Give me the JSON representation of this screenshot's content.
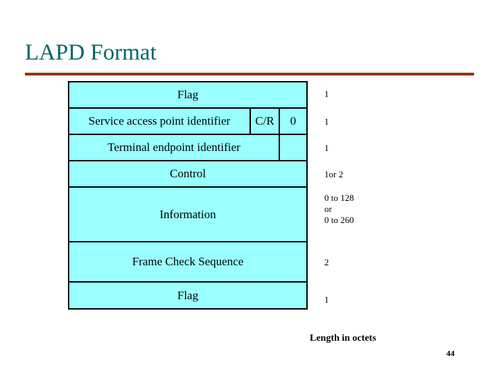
{
  "slide": {
    "title": "LAPD Format",
    "accent_color": "#993300",
    "title_color": "#006666",
    "field_fill_color": "#99ffff",
    "page_number": "44",
    "length_caption": "Length in octets"
  },
  "frame": {
    "rows": [
      {
        "label": "Flag",
        "length": "1"
      },
      {
        "label": "Service access point identifier",
        "cr": "C/R",
        "ea": "0",
        "length": "1"
      },
      {
        "label": "Terminal endpoint identifier",
        "ea": "",
        "length": "1"
      },
      {
        "label": "Control",
        "length": "1or 2"
      },
      {
        "label": "Information",
        "length": "0 to 128\nor\n0 to 260"
      },
      {
        "label": "Frame Check Sequence",
        "length": "2"
      },
      {
        "label": "Flag",
        "length": "1"
      }
    ]
  }
}
